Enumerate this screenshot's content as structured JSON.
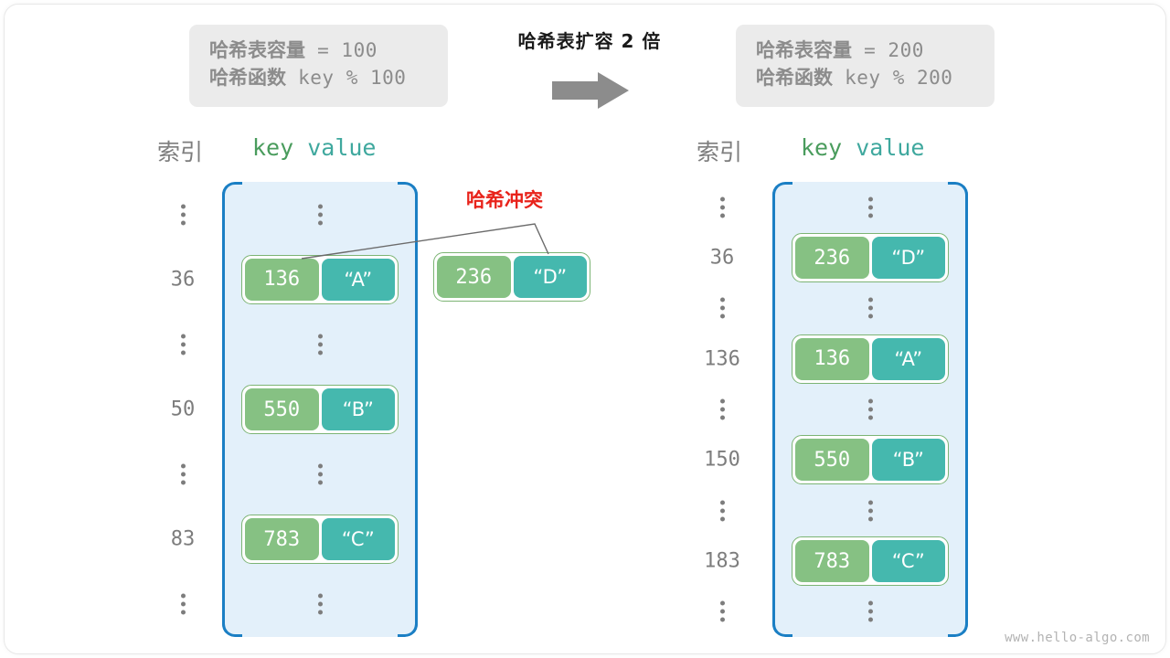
{
  "header": {
    "left_box": {
      "capacity_label": "哈希表容量",
      "capacity_expr": " = 100",
      "hashfn_label": "哈希函数",
      "hashfn_expr": " key % 100"
    },
    "right_box": {
      "capacity_label": "哈希表容量",
      "capacity_expr": " = 200",
      "hashfn_label": "哈希函数",
      "hashfn_expr": " key % 200"
    },
    "transition_caption": "哈希表扩容 2 倍",
    "arrow_icon": "right-arrow-icon"
  },
  "columns": {
    "index_header": "索引",
    "key_header": "key",
    "value_header": "value"
  },
  "annotation": {
    "collision_label": "哈希冲突",
    "collision_color": "#e8231b"
  },
  "colors": {
    "panel_bg": "#e3f0fa",
    "panel_border": "#1b7fc4",
    "key_cell": "#86c183",
    "value_cell": "#45b8ae",
    "pair_border": "#7cb474",
    "index_text": "#7d7d7d",
    "key_header_text": "#4a9c5d",
    "value_header_text": "#3fa89e",
    "info_box_bg": "#ebebeb",
    "info_box_text": "#8c8c8c",
    "arrow": "#8c8c8c"
  },
  "left_table": {
    "rows": [
      {
        "index": "⋮",
        "type": "dots"
      },
      {
        "index": "36",
        "type": "pair",
        "key": "136",
        "value": "“A”"
      },
      {
        "index": "⋮",
        "type": "dots"
      },
      {
        "index": "50",
        "type": "pair",
        "key": "550",
        "value": "“B”"
      },
      {
        "index": "⋮",
        "type": "dots"
      },
      {
        "index": "83",
        "type": "pair",
        "key": "783",
        "value": "“C”"
      },
      {
        "index": "⋮",
        "type": "dots"
      }
    ]
  },
  "colliding_entry": {
    "key": "236",
    "value": "“D”"
  },
  "right_table": {
    "rows": [
      {
        "index": "⋮",
        "type": "dots"
      },
      {
        "index": "36",
        "type": "pair",
        "key": "236",
        "value": "“D”"
      },
      {
        "index": "⋮",
        "type": "dots"
      },
      {
        "index": "136",
        "type": "pair",
        "key": "136",
        "value": "“A”"
      },
      {
        "index": "⋮",
        "type": "dots"
      },
      {
        "index": "150",
        "type": "pair",
        "key": "550",
        "value": "“B”"
      },
      {
        "index": "⋮",
        "type": "dots"
      },
      {
        "index": "183",
        "type": "pair",
        "key": "783",
        "value": "“C”"
      },
      {
        "index": "⋮",
        "type": "dots"
      }
    ]
  },
  "watermark": "www.hello-algo.com"
}
